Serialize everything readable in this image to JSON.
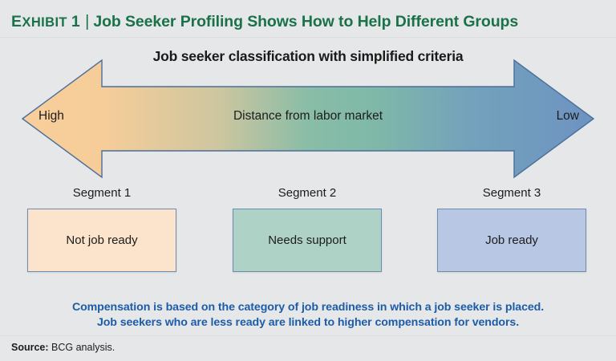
{
  "exhibit": {
    "label_prefix": "E",
    "label_rest": "XHIBIT",
    "label_number": "1",
    "separator": "|",
    "title": "Job Seeker Profiling Shows How to Help Different Groups",
    "title_color": "#1a7249"
  },
  "diagram": {
    "heading": "Job seeker classification with simplified criteria",
    "axis_label": "Distance from labor market",
    "left_end_label": "High",
    "right_end_label": "Low",
    "arrow_gradient": {
      "start": "#f7cc95",
      "mid": "#7bb8a0",
      "end": "#6f95c4"
    },
    "arrow_stroke": "#4a6f99"
  },
  "segments": [
    {
      "title": "Segment 1",
      "box_label": "Not job ready",
      "fill": "#fbe4cb",
      "border": "#6d8cb0"
    },
    {
      "title": "Segment 2",
      "box_label": "Needs support",
      "fill": "#aed2c5",
      "border": "#6d8cb0"
    },
    {
      "title": "Segment 3",
      "box_label": "Job ready",
      "fill": "#b8c7e3",
      "border": "#6d8cb0"
    }
  ],
  "caption": {
    "line1": "Compensation is based on the category of job readiness in which a job seeker is placed.",
    "line2": "Job seekers who are less ready are linked to higher compensation for vendors.",
    "color": "#1c5ca8"
  },
  "source": {
    "label": "Source:",
    "text": "BCG analysis."
  }
}
